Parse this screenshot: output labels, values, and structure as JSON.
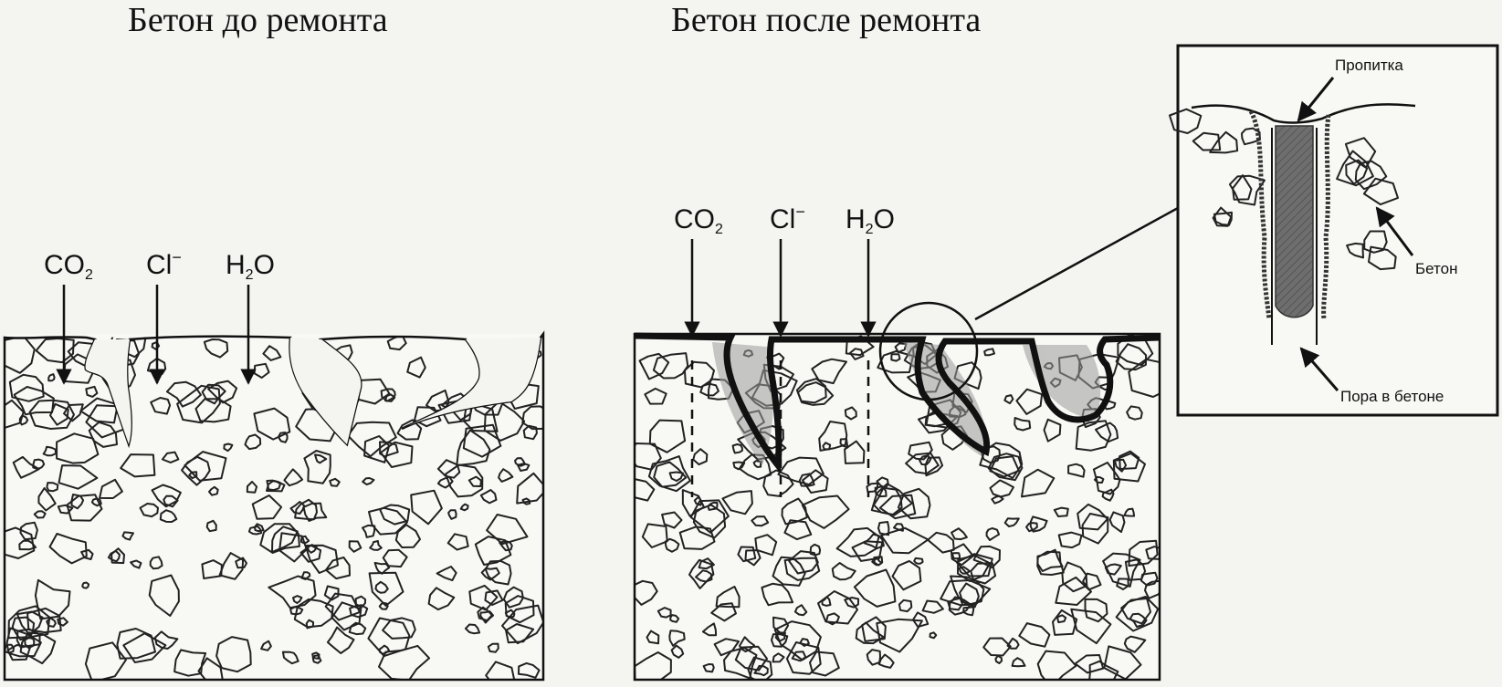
{
  "titles": {
    "before": "Бетон до ремонта",
    "after": "Бетон после ремонта"
  },
  "agents": [
    {
      "base": "CO",
      "sub": "2",
      "sup": ""
    },
    {
      "base": "Cl",
      "sub": "",
      "sup": "−"
    },
    {
      "base": "H",
      "sub": "2",
      "sup": "",
      "suffix": "O"
    }
  ],
  "inset": {
    "impregnation": "Пропитка",
    "concrete": "Бетон",
    "pore": "Пора в бетоне"
  },
  "colors": {
    "background": "#f4f5f1",
    "ink": "#111111",
    "coating": "#3a3a3a",
    "pore_fill": "#6e6e6e"
  }
}
